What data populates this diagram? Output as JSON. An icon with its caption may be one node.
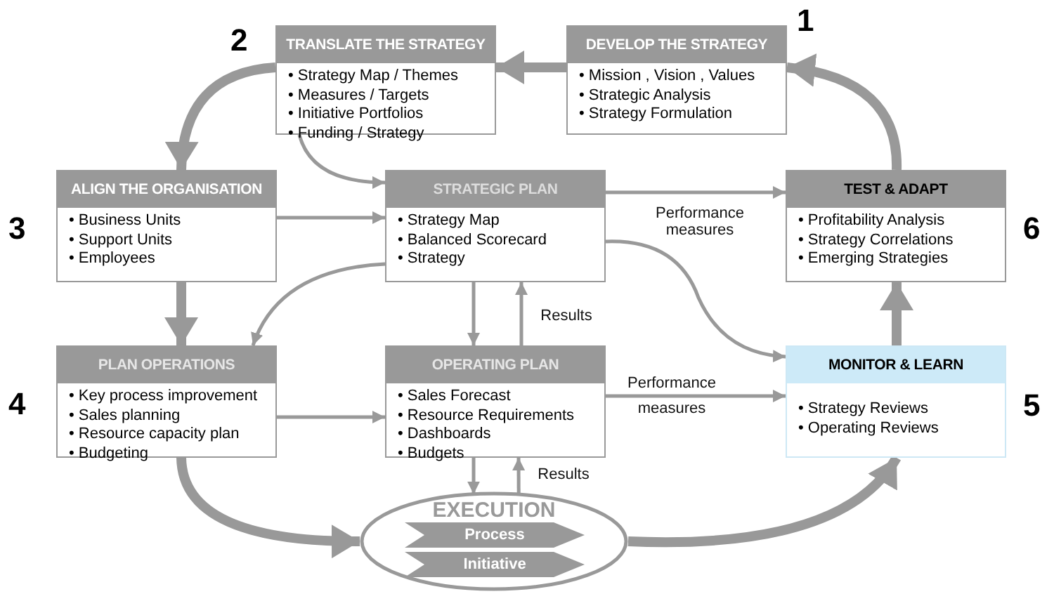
{
  "diagram": {
    "nodes": [
      {
        "text": [
          "TRANSLATE THE STRATEGY",
          "• Strategy Map / Themes",
          "• Measures / Targets",
          "• Initiative Portfolios",
          "• Funding / Strategy"
        ],
        "beside": [
          "2"
        ]
      },
      {
        "text": [
          "DEVELOP THE STRATEGY",
          "• Mission , Vision , Values",
          "• Strategic Analysis",
          "• Strategy Formulation"
        ],
        "beside": [
          "1"
        ]
      },
      {
        "text": [
          "ALIGN THE ORGANISATION",
          "• Business Units",
          "• Support Units",
          "• Employees"
        ],
        "beside": [
          "3"
        ]
      },
      {
        "text": [
          "STRATEGIC PLAN",
          "• Strategy Map",
          "• Balanced Scorecard",
          "• Strategy"
        ]
      },
      {
        "text": [
          "TEST & ADAPT",
          "• Profitability Analysis",
          "• Strategy Correlations",
          "• Emerging Strategies"
        ],
        "beside": [
          "6"
        ]
      },
      {
        "text": [
          "PLAN OPERATIONS",
          "• Key process improvement",
          "• Sales planning",
          "• Resource capacity plan",
          "• Budgeting"
        ],
        "beside": [
          "4"
        ]
      },
      {
        "text": [
          "OPERATING PLAN",
          "• Sales Forecast",
          "• Resource Requirements",
          "• Dashboards",
          "• Budgets"
        ]
      },
      {
        "text": [
          "MONITOR & LEARN",
          "• Strategy Reviews",
          "• Operating Reviews"
        ],
        "beside": [
          "5"
        ]
      },
      {
        "text": [
          "EXECUTION"
        ]
      },
      {
        "text": [
          "Process"
        ],
        "in": 8
      },
      {
        "text": [
          "Initiative"
        ],
        "in": 8
      }
    ],
    "edges": [
      {
        "from": 1,
        "to": 0,
        "arrow": "to",
        "style": "thick"
      },
      {
        "from": 0,
        "to": 2,
        "arrow": "to",
        "style": "thick"
      },
      {
        "from": 0,
        "to": 3,
        "arrow": "to"
      },
      {
        "from": 2,
        "to": 3,
        "arrow": "to"
      },
      {
        "from": 2,
        "to": 5,
        "arrow": "to",
        "style": "thick"
      },
      {
        "from": 3,
        "to": 5,
        "arrow": "to"
      },
      {
        "from": 3,
        "to": 4,
        "arrow": "to",
        "label": "Performance measures"
      },
      {
        "from": 3,
        "to": 7,
        "arrow": "to"
      },
      {
        "from": 3,
        "to": 6,
        "arrow": "to"
      },
      {
        "from": 6,
        "to": 3,
        "arrow": "to",
        "label": "Results"
      },
      {
        "from": 5,
        "to": 6,
        "arrow": "to"
      },
      {
        "from": 6,
        "to": 7,
        "arrow": "to",
        "label": "Performance measures"
      },
      {
        "from": 6,
        "to": 8,
        "arrow": "to"
      },
      {
        "from": 8,
        "to": 6,
        "arrow": "to",
        "label": "Results"
      },
      {
        "from": 5,
        "to": 8,
        "arrow": "to",
        "style": "thick"
      },
      {
        "from": 8,
        "to": 7,
        "arrow": "to",
        "style": "thick"
      },
      {
        "from": 7,
        "to": 4,
        "arrow": "to",
        "style": "thick"
      },
      {
        "from": 4,
        "to": 1,
        "arrow": "to",
        "style": "thick"
      }
    ]
  }
}
